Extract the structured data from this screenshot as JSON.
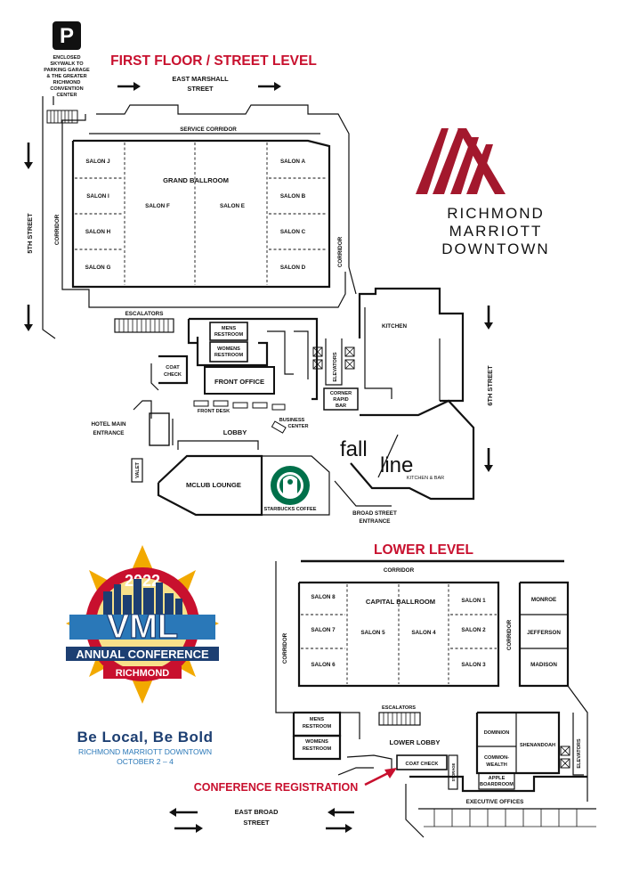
{
  "parking": {
    "icon": "parking-icon",
    "symbol": "P",
    "caption": [
      "ENCLOSED",
      "SKYWALK TO",
      "PARKING GARAGE",
      "& THE GREATER",
      "RICHMOND",
      "CONVENTION",
      "CENTER"
    ]
  },
  "first_floor": {
    "title": "FIRST FLOOR / STREET LEVEL",
    "streets": {
      "north": [
        "EAST MARSHALL",
        "STREET"
      ],
      "west": "5TH STREET",
      "east": "6TH STREET",
      "south": [
        "BROAD STREET",
        "ENTRANCE"
      ]
    },
    "rooms": {
      "service_corridor": "SERVICE CORRIDOR",
      "grand_ballroom": "GRAND BALLROOM",
      "salons_left": [
        "SALON J",
        "SALON I",
        "SALON H",
        "SALON G"
      ],
      "salons_right": [
        "SALON A",
        "SALON B",
        "SALON C",
        "SALON D"
      ],
      "salon_f": "SALON F",
      "salon_e": "SALON E",
      "corridor_left": "CORRIDOR",
      "corridor_right": "CORRIDOR",
      "escalators": "ESCALATORS",
      "mens_restroom": [
        "MENS",
        "RESTROOM"
      ],
      "womens_restroom": [
        "WOMENS",
        "RESTROOM"
      ],
      "coat_check": [
        "COAT",
        "CHECK"
      ],
      "front_office": "FRONT OFFICE",
      "front_desk": "FRONT DESK",
      "elevators": "ELEVATORS",
      "kitchen": "KITCHEN",
      "corner_bar": [
        "CORNER",
        "RAPID",
        "BAR"
      ],
      "hotel_entrance": [
        "HOTEL MAIN",
        "ENTRANCE"
      ],
      "lobby": "LOBBY",
      "business_center": [
        "BUSINESS",
        "CENTER"
      ],
      "valet": "VALET",
      "mclub": "MCLUB LOUNGE",
      "starbucks": "STARBUCKS COFFEE",
      "fall_line": {
        "word1": "fall",
        "word2": "line",
        "tagline": "KITCHEN & BAR"
      }
    }
  },
  "marriott": {
    "line1": "RICHMOND",
    "line2": "MARRIOTT",
    "line3": "DOWNTOWN",
    "brand_color": "#a3182d"
  },
  "lower_level": {
    "title": "LOWER LEVEL",
    "rooms": {
      "corridor_top": "CORRIDOR",
      "capital_ballroom": "CAPITAL BALLROOM",
      "salons_left": [
        "SALON 8",
        "SALON 7",
        "SALON 6"
      ],
      "salons_right": [
        "SALON 1",
        "SALON 2",
        "SALON 3"
      ],
      "salon_5": "SALON 5",
      "salon_4": "SALON 4",
      "corridor_left": "CORRIDOR",
      "corridor_mid": "CORRIDOR",
      "monroe": "MONROE",
      "jefferson": "JEFFERSON",
      "madison": "MADISON",
      "escalators": "ESCALATORS",
      "mens_restroom": [
        "MENS",
        "RESTROOM"
      ],
      "womens_restroom": [
        "WOMENS",
        "RESTROOM"
      ],
      "lower_lobby": "LOWER LOBBY",
      "coat_check": "COAT CHECK",
      "storage": "STORAGE",
      "dominion": "DOMINION",
      "commonwealth": [
        "COMMON-",
        "WEALTH"
      ],
      "shenandoah": "SHENANDOAH",
      "elevators": "ELEVATORS",
      "apple_boardroom": [
        "APPLE",
        "BOARDROOM"
      ],
      "executive_offices": "EXECUTIVE OFFICES"
    },
    "registration": "CONFERENCE REGISTRATION",
    "street": [
      "EAST BROAD",
      "STREET"
    ]
  },
  "vml": {
    "year": "2022",
    "name": "VML",
    "subtitle": "ANNUAL CONFERENCE",
    "city": "RICHMOND",
    "tagline": "Be Local, Be Bold",
    "venue": "RICHMOND MARRIOTT DOWNTOWN",
    "dates": "OCTOBER 2 – 4",
    "colors": {
      "red": "#c8102e",
      "navy": "#1d3f72",
      "gold": "#f2a900",
      "blue": "#2a78b8"
    }
  }
}
